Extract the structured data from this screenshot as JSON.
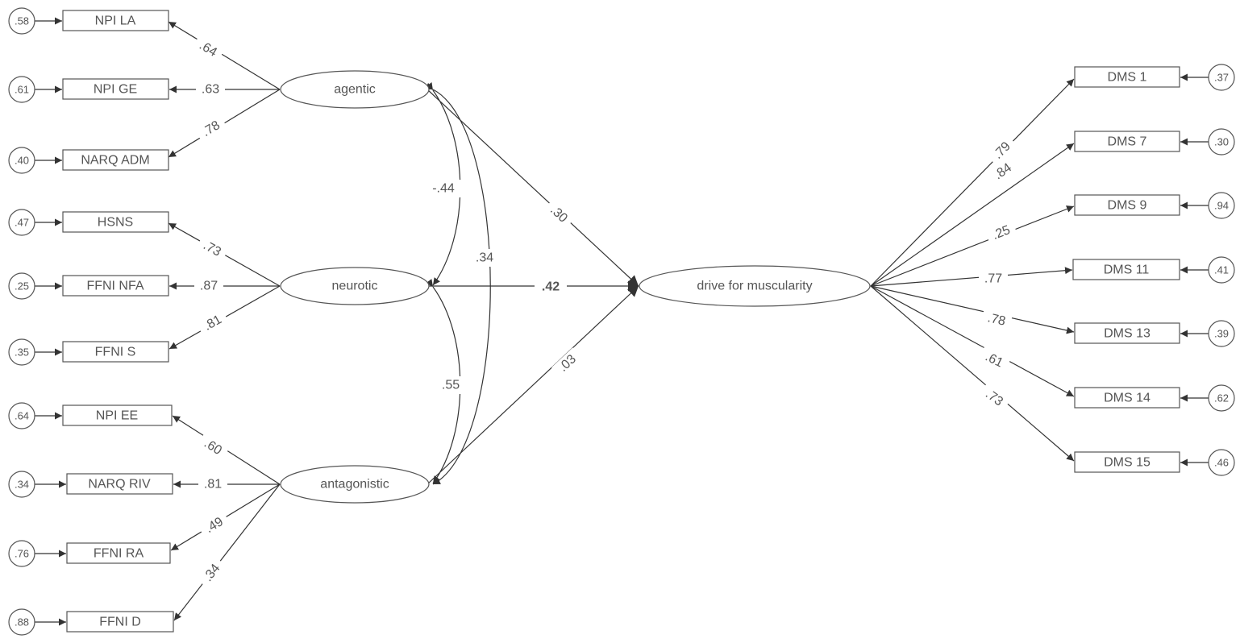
{
  "indicators": [
    {
      "id": "npi_la",
      "label": "NPI LA",
      "error": ".58",
      "loading": ".64"
    },
    {
      "id": "npi_ge",
      "label": "NPI GE",
      "error": ".61",
      "loading": ".63"
    },
    {
      "id": "narq_adm",
      "label": "NARQ ADM",
      "error": ".40",
      "loading": ".78"
    },
    {
      "id": "hsns",
      "label": "HSNS",
      "error": ".47",
      "loading": ".73"
    },
    {
      "id": "ffni_nfa",
      "label": "FFNI NFA",
      "error": ".25",
      "loading": ".87"
    },
    {
      "id": "ffni_s",
      "label": "FFNI S",
      "error": ".35",
      "loading": ".81"
    },
    {
      "id": "npi_ee",
      "label": "NPI EE",
      "error": ".64",
      "loading": ".60"
    },
    {
      "id": "narq_riv",
      "label": "NARQ RIV",
      "error": ".34",
      "loading": ".81"
    },
    {
      "id": "ffni_ra",
      "label": "FFNI RA",
      "error": ".76",
      "loading": ".49"
    },
    {
      "id": "ffni_d",
      "label": "FFNI D",
      "error": ".88",
      "loading": ".34"
    },
    {
      "id": "dms1",
      "label": "DMS 1",
      "error": ".37",
      "loading": ".79"
    },
    {
      "id": "dms7",
      "label": "DMS 7",
      "error": ".30",
      "loading": ".84"
    },
    {
      "id": "dms9",
      "label": "DMS 9",
      "error": ".94",
      "loading": ".25"
    },
    {
      "id": "dms11",
      "label": "DMS 11",
      "error": ".41",
      "loading": ".77"
    },
    {
      "id": "dms13",
      "label": "DMS 13",
      "error": ".39",
      "loading": ".78"
    },
    {
      "id": "dms14",
      "label": "DMS 14",
      "error": ".62",
      "loading": ".61"
    },
    {
      "id": "dms15",
      "label": "DMS 15",
      "error": ".46",
      "loading": ".73"
    }
  ],
  "latents": {
    "agentic": "agentic",
    "neurotic": "neurotic",
    "antagonistic": "antagonistic",
    "dfm": "drive for muscularity"
  },
  "correlations": {
    "agentic_neurotic": "-.44",
    "agentic_antagonistic": ".34",
    "neurotic_antagonistic": ".55"
  },
  "paths": {
    "agentic_dfm": ".30",
    "neurotic_dfm": ".42",
    "antagonistic_dfm": ".03"
  }
}
